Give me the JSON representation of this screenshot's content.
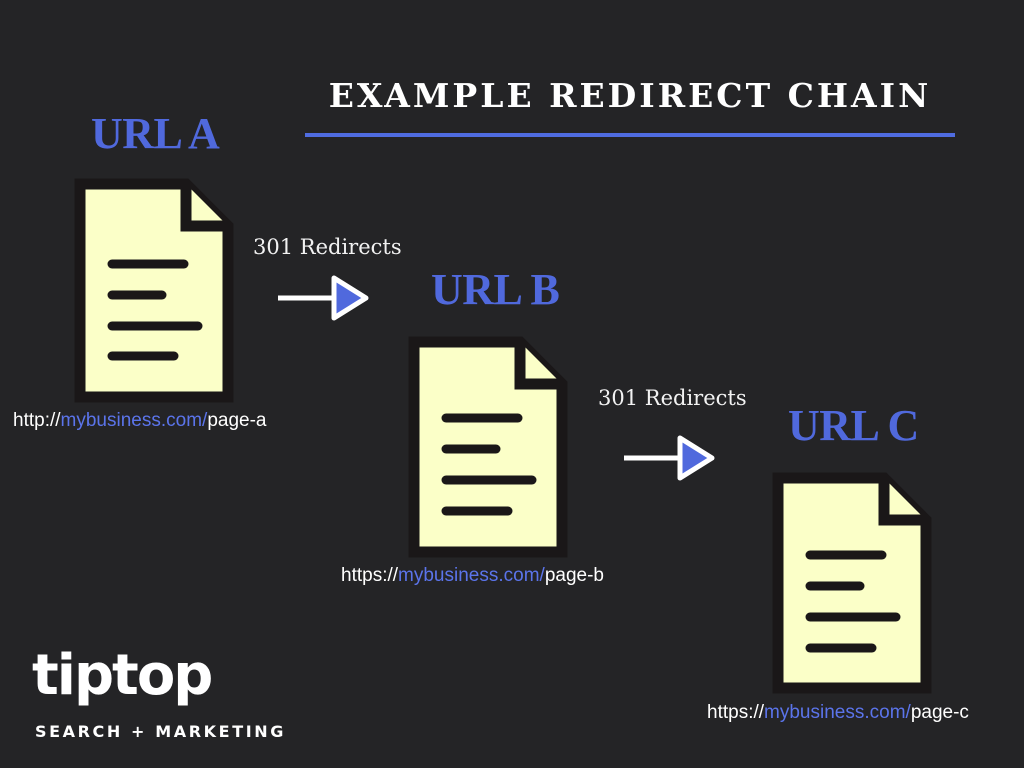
{
  "title": "EXAMPLE REDIRECT CHAIN",
  "urls": [
    {
      "label": "URL A",
      "scheme": "http://",
      "domain": "mybusiness.com/",
      "path": "page-a"
    },
    {
      "label": "URL B",
      "scheme": "https://",
      "domain": "mybusiness.com/",
      "path": "page-b"
    },
    {
      "label": "URL C",
      "scheme": "https://",
      "domain": "mybusiness.com/",
      "path": "page-c"
    }
  ],
  "redirects": [
    {
      "label": "301 Redirects"
    },
    {
      "label": "301 Redirects"
    }
  ],
  "logo": {
    "wordmark": "tiptop",
    "tagline": "SEARCH + MARKETING"
  },
  "colors": {
    "background": "#242426",
    "accent": "#5069dd",
    "document_fill": "#fbffc8",
    "document_outline": "#1a1718",
    "text": "#ffffff"
  },
  "icons": {
    "document": "document-icon",
    "arrow": "right-arrow-icon"
  }
}
